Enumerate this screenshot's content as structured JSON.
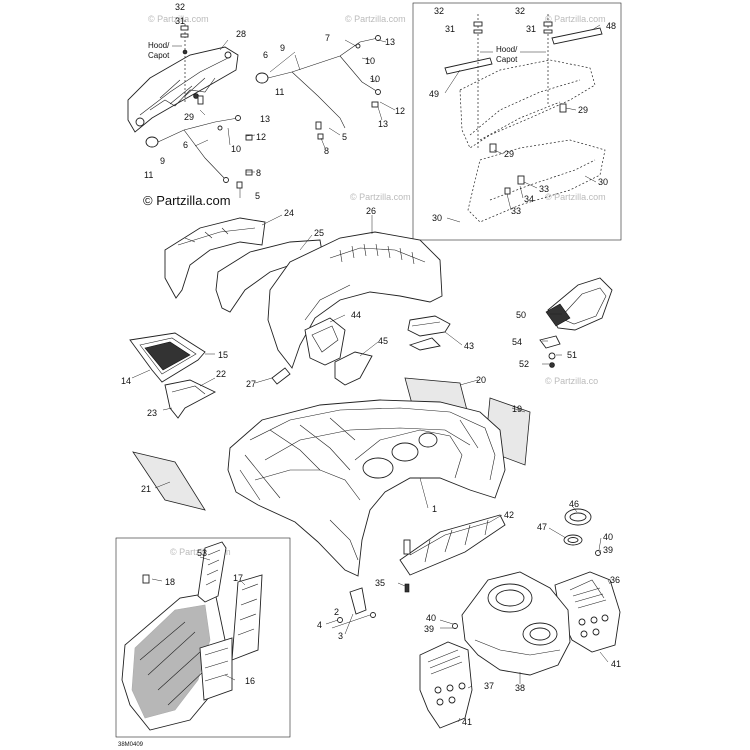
{
  "watermarks": {
    "main": "© Partzilla.com",
    "faint": "© Partzilla.com",
    "faint_short": "© Partzilla.co"
  },
  "hood_label": {
    "line1": "Hood/",
    "line2": "Capot"
  },
  "diagram_code": "38M0409",
  "callouts": {
    "c1": "1",
    "c3": "3",
    "c4": "4",
    "c2": "2",
    "c5a": "5",
    "c5b": "5",
    "c6a": "6",
    "c6b": "6",
    "c7": "7",
    "c8a": "8",
    "c8b": "8",
    "c9a": "9",
    "c9b": "9",
    "c10a": "10",
    "c10b": "10",
    "c10c": "10",
    "c11a": "11",
    "c11b": "11",
    "c12a": "12",
    "c12b": "12",
    "c13a": "13",
    "c13b": "13",
    "c13c": "13",
    "c14": "14",
    "c15": "15",
    "c16": "16",
    "c17": "17",
    "c18": "18",
    "c19": "19",
    "c20": "20",
    "c21": "21",
    "c22": "22",
    "c23": "23",
    "c24": "24",
    "c25": "25",
    "c26": "26",
    "c27": "27",
    "c28": "28",
    "c29a": "29",
    "c29b": "29",
    "c29c": "29",
    "c30a": "30",
    "c30b": "30",
    "c31a": "31",
    "c31b": "31",
    "c31c": "31",
    "c32a": "32",
    "c32b": "32",
    "c32c": "32",
    "c33a": "33",
    "c33b": "33",
    "c34": "34",
    "c35": "35",
    "c36": "36",
    "c37": "37",
    "c38": "38",
    "c39a": "39",
    "c39b": "39",
    "c40a": "40",
    "c40b": "40",
    "c41a": "41",
    "c41b": "41",
    "c42": "42",
    "c43": "43",
    "c44": "44",
    "c45": "45",
    "c46": "46",
    "c47": "47",
    "c48": "48",
    "c49": "49",
    "c50": "50",
    "c51": "51",
    "c52": "52",
    "c53": "53",
    "c54": "54"
  }
}
